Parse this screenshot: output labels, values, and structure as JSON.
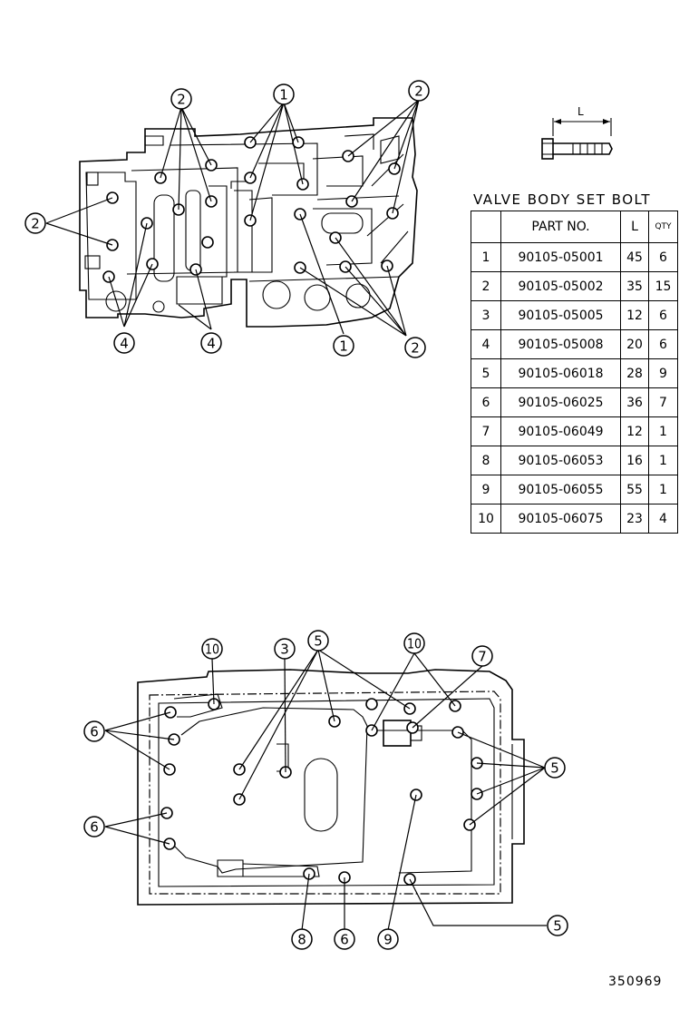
{
  "table": {
    "title": "VALVE BODY SET BOLT",
    "headers": {
      "no": "",
      "part": "PART NO.",
      "length": "L",
      "qty": "QTY"
    },
    "rows": [
      {
        "no": "1",
        "part": "90105-05001",
        "length": "45",
        "qty": "6"
      },
      {
        "no": "2",
        "part": "90105-05002",
        "length": "35",
        "qty": "15"
      },
      {
        "no": "3",
        "part": "90105-05005",
        "length": "12",
        "qty": "6"
      },
      {
        "no": "4",
        "part": "90105-05008",
        "length": "20",
        "qty": "6"
      },
      {
        "no": "5",
        "part": "90105-06018",
        "length": "28",
        "qty": "9"
      },
      {
        "no": "6",
        "part": "90105-06025",
        "length": "36",
        "qty": "7"
      },
      {
        "no": "7",
        "part": "90105-06049",
        "length": "12",
        "qty": "1"
      },
      {
        "no": "8",
        "part": "90105-06053",
        "length": "16",
        "qty": "1"
      },
      {
        "no": "9",
        "part": "90105-06055",
        "length": "55",
        "qty": "1"
      },
      {
        "no": "10",
        "part": "90105-06075",
        "length": "23",
        "qty": "4"
      }
    ]
  },
  "bolt_icon": {
    "dimension_label": "L"
  },
  "upper_callouts": {
    "c2_top_left": "2",
    "c1_top": "1",
    "c2_top_right": "2",
    "c2_left": "2",
    "c4_bottom_left": "4",
    "c4_bottom_mid": "4",
    "c1_bottom": "1",
    "c2_bottom_right": "2"
  },
  "lower_callouts": {
    "c10_left": "10",
    "c3": "3",
    "c5_top": "5",
    "c10_right": "10",
    "c7": "7",
    "c6_upper": "6",
    "c6_middle": "6",
    "c5_right": "5",
    "c8": "8",
    "c6_bottom": "6",
    "c9": "9",
    "c5_bottom": "5"
  },
  "reference_code": "350969"
}
